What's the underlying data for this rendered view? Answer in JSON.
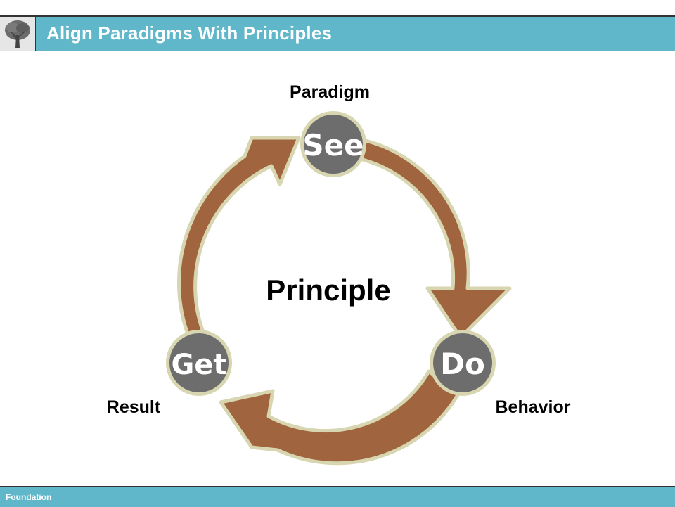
{
  "header": {
    "title": "Align Paradigms With Principles"
  },
  "footer": {
    "text": "Foundation"
  },
  "diagram": {
    "center_label": "Principle",
    "nodes": [
      {
        "word": "See",
        "label": "Paradigm"
      },
      {
        "word": "Do",
        "label": "Behavior"
      },
      {
        "word": "Get",
        "label": "Result"
      }
    ]
  },
  "colors": {
    "header": "#5fb7c9",
    "arrow": "#a0643e",
    "arrow_outline": "#d8d6b0",
    "node": "#6d6d6d"
  },
  "icons": {
    "logo": "tree-icon"
  }
}
